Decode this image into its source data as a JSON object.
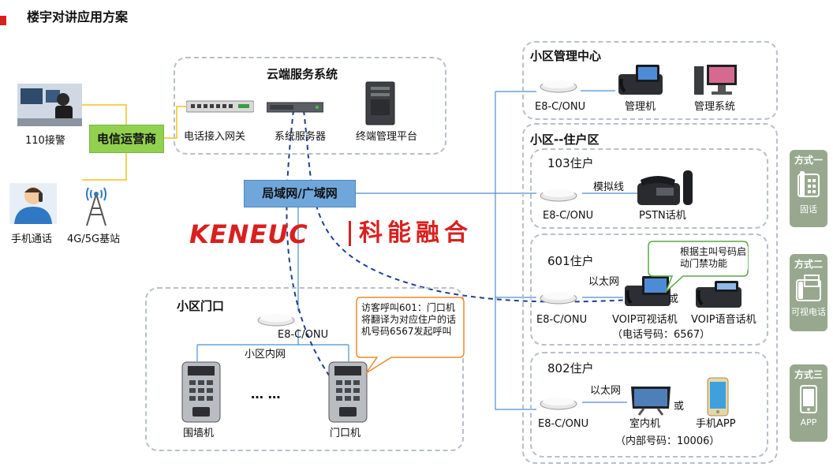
{
  "title": "楼宇对讲应用方案",
  "telecom_label": "电信运营商",
  "network_label": "局域网/广域网",
  "logo": {
    "latin": "KENEUC",
    "cn": "科能融合"
  },
  "left": {
    "police": "110接警",
    "mobile": "手机通话",
    "base_station": "4G/5G基站"
  },
  "cloud": {
    "title": "云端服务系统",
    "gateway": "电话接入网关",
    "server": "系统服务器",
    "platform": "终端管理平台"
  },
  "mgmt": {
    "title": "小区管理中心",
    "router": "E8-C/ONU",
    "phone": "管理机",
    "system": "管理系统"
  },
  "resident": {
    "title": "小区--住户区"
  },
  "r103": {
    "title": "103住户",
    "router": "E8-C/ONU",
    "link": "模拟线",
    "device": "PSTN话机"
  },
  "r601": {
    "title": "601住户",
    "router": "E8-C/ONU",
    "link": "以太网",
    "or": "或",
    "video_phone": "VOIP可视话机",
    "voice_phone": "VOIP语音话机",
    "number": "（电话号码：6567）",
    "callout": "根据主叫号码启动门禁功能"
  },
  "r802": {
    "title": "802住户",
    "router": "E8-C/ONU",
    "link": "以太网",
    "or": "或",
    "indoor": "室内机",
    "app": "手机APP",
    "number": "（内部号码：10006）"
  },
  "gate": {
    "title": "小区门口",
    "router": "E8-C/ONU",
    "lan": "小区内网",
    "wall": "围墙机",
    "dots": "… …",
    "door": "门口机",
    "callout": "访客呼叫601：门口机将翻译为对应住户的话机号码6567发起呼叫"
  },
  "modes": [
    {
      "title": "方式一",
      "label": "固话"
    },
    {
      "title": "方式二",
      "label": "可视电话"
    },
    {
      "title": "方式三",
      "label": "APP"
    }
  ],
  "colors": {
    "accent": "#d9201f",
    "telecom": "#92d050",
    "network": "#6fa7db",
    "line": "#4a8fd1",
    "dashed": "#1f3f8f",
    "side": "#97a88e"
  }
}
